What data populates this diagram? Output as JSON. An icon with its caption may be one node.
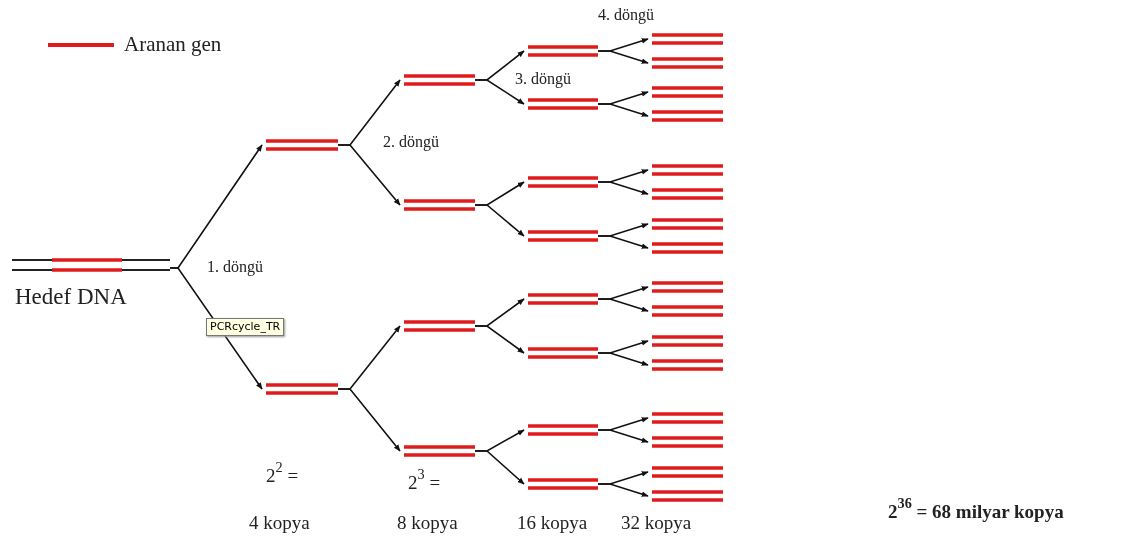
{
  "diagram": {
    "nodes": [
      {
        "text": [
          "Hedef DNA"
        ]
      },
      {
        "text": [],
        "shape": "bar"
      },
      {
        "text": [],
        "shape": "bar"
      },
      {
        "text": [],
        "shape": "bar"
      },
      {
        "text": [],
        "shape": "bar"
      },
      {
        "text": [],
        "shape": "bar"
      },
      {
        "text": [],
        "shape": "bar"
      },
      {
        "text": [],
        "shape": "bar"
      },
      {
        "text": [],
        "shape": "bar"
      },
      {
        "text": [],
        "shape": "bar"
      },
      {
        "text": [],
        "shape": "bar"
      },
      {
        "text": [],
        "shape": "bar"
      },
      {
        "text": [],
        "shape": "bar"
      },
      {
        "text": [],
        "shape": "bar"
      },
      {
        "text": [],
        "shape": "bar"
      },
      {
        "text": [],
        "shape": "bar"
      },
      {
        "text": [],
        "shape": "bar"
      },
      {
        "text": [],
        "shape": "bar"
      },
      {
        "text": [],
        "shape": "bar"
      },
      {
        "text": [],
        "shape": "bar"
      },
      {
        "text": [],
        "shape": "bar"
      },
      {
        "text": [],
        "shape": "bar"
      },
      {
        "text": [],
        "shape": "bar"
      },
      {
        "text": [],
        "shape": "bar"
      },
      {
        "text": [],
        "shape": "bar"
      },
      {
        "text": [],
        "shape": "bar"
      },
      {
        "text": [],
        "shape": "bar"
      },
      {
        "text": [],
        "shape": "bar"
      },
      {
        "text": [],
        "shape": "bar"
      },
      {
        "text": [],
        "shape": "bar"
      },
      {
        "text": [],
        "shape": "bar"
      }
    ],
    "edges": [
      {
        "from": 0,
        "to": 1,
        "arrow": "to"
      },
      {
        "from": 0,
        "to": 2,
        "arrow": "to"
      },
      {
        "from": 1,
        "to": 3,
        "arrow": "to"
      },
      {
        "from": 1,
        "to": 4,
        "arrow": "to"
      },
      {
        "from": 2,
        "to": 5,
        "arrow": "to"
      },
      {
        "from": 2,
        "to": 6,
        "arrow": "to"
      },
      {
        "from": 3,
        "to": 7,
        "arrow": "to"
      },
      {
        "from": 3,
        "to": 8,
        "arrow": "to"
      },
      {
        "from": 4,
        "to": 9,
        "arrow": "to"
      },
      {
        "from": 4,
        "to": 10,
        "arrow": "to"
      },
      {
        "from": 5,
        "to": 11,
        "arrow": "to"
      },
      {
        "from": 5,
        "to": 12,
        "arrow": "to"
      },
      {
        "from": 6,
        "to": 13,
        "arrow": "to"
      },
      {
        "from": 6,
        "to": 14,
        "arrow": "to"
      },
      {
        "from": 7,
        "to": 15,
        "arrow": "to"
      },
      {
        "from": 7,
        "to": 16,
        "arrow": "to"
      },
      {
        "from": 8,
        "to": 17,
        "arrow": "to"
      },
      {
        "from": 8,
        "to": 18,
        "arrow": "to"
      },
      {
        "from": 9,
        "to": 19,
        "arrow": "to"
      },
      {
        "from": 9,
        "to": 20,
        "arrow": "to"
      },
      {
        "from": 10,
        "to": 21,
        "arrow": "to"
      },
      {
        "from": 10,
        "to": 22,
        "arrow": "to"
      },
      {
        "from": 11,
        "to": 23,
        "arrow": "to"
      },
      {
        "from": 11,
        "to": 24,
        "arrow": "to"
      },
      {
        "from": 12,
        "to": 25,
        "arrow": "to"
      },
      {
        "from": 12,
        "to": 26,
        "arrow": "to"
      },
      {
        "from": 13,
        "to": 27,
        "arrow": "to"
      },
      {
        "from": 13,
        "to": 28,
        "arrow": "to"
      },
      {
        "from": 14,
        "to": 29,
        "arrow": "to"
      },
      {
        "from": 14,
        "to": 30,
        "arrow": "to"
      }
    ],
    "labels": [
      "4. döngü",
      "3. döngü",
      "2. döngü",
      "1. döngü",
      "PCRcycle_TR",
      "2$^{2}$ =",
      "2$^{3}$ =",
      "4 kopya",
      "8 kopya",
      "16 kopya",
      "32 kopya",
      "2$^{36}$ = 68 milyar kopya"
    ],
    "legend": [
      {
        "text": "Aranan gen"
      }
    ]
  }
}
